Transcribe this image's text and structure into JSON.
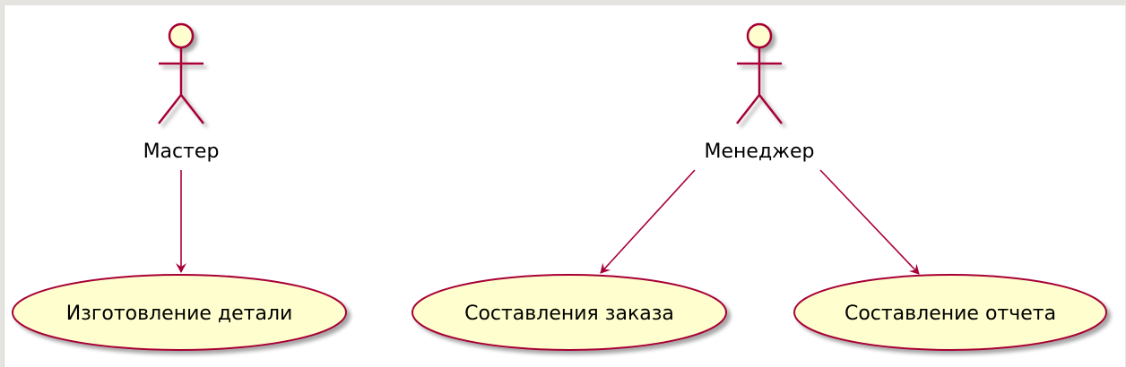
{
  "diagram": {
    "actors": [
      {
        "id": "master",
        "label": "Мастер"
      },
      {
        "id": "manager",
        "label": "Менеджер"
      }
    ],
    "use_cases": [
      {
        "id": "uc1",
        "label": "Изготовление детали"
      },
      {
        "id": "uc2",
        "label": "Составления заказа"
      },
      {
        "id": "uc3",
        "label": "Составление отчета"
      }
    ],
    "associations": [
      {
        "from": "master",
        "to": "uc1"
      },
      {
        "from": "manager",
        "to": "uc2"
      },
      {
        "from": "manager",
        "to": "uc3"
      }
    ]
  },
  "colors": {
    "line": "#a80036",
    "actor_fill": "#fefece",
    "use_case_fill": "#fefece",
    "shadow": "#cfcfcf",
    "page": "#ffffff",
    "frame": "#e6e4e0"
  }
}
